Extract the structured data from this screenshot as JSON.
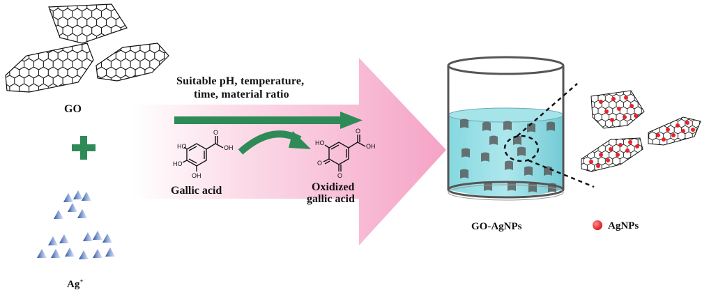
{
  "labels": {
    "conditions_line1": "Suitable pH,  temperature,",
    "conditions_line2": "time, material ratio",
    "go": "GO",
    "ag": "Ag",
    "ag_charge": "+",
    "gallic_acid": "Gallic acid",
    "oxidized_line1": "Oxidized",
    "oxidized_line2": "gallic acid",
    "product": "GO-AgNPs",
    "legend_agnps": "AgNPs"
  },
  "structure_atoms": {
    "ho": "HO",
    "oh": "OH",
    "o": "O"
  },
  "colors": {
    "arrow_green": "#2e8b57",
    "plus_green": "#2e8b57",
    "pink_gradient_end": "#f6a9c8",
    "liquid": "#7fd3dc",
    "nanoparticle_red": "#e8232d",
    "ag_ion_blue": "#5b7fbf"
  }
}
